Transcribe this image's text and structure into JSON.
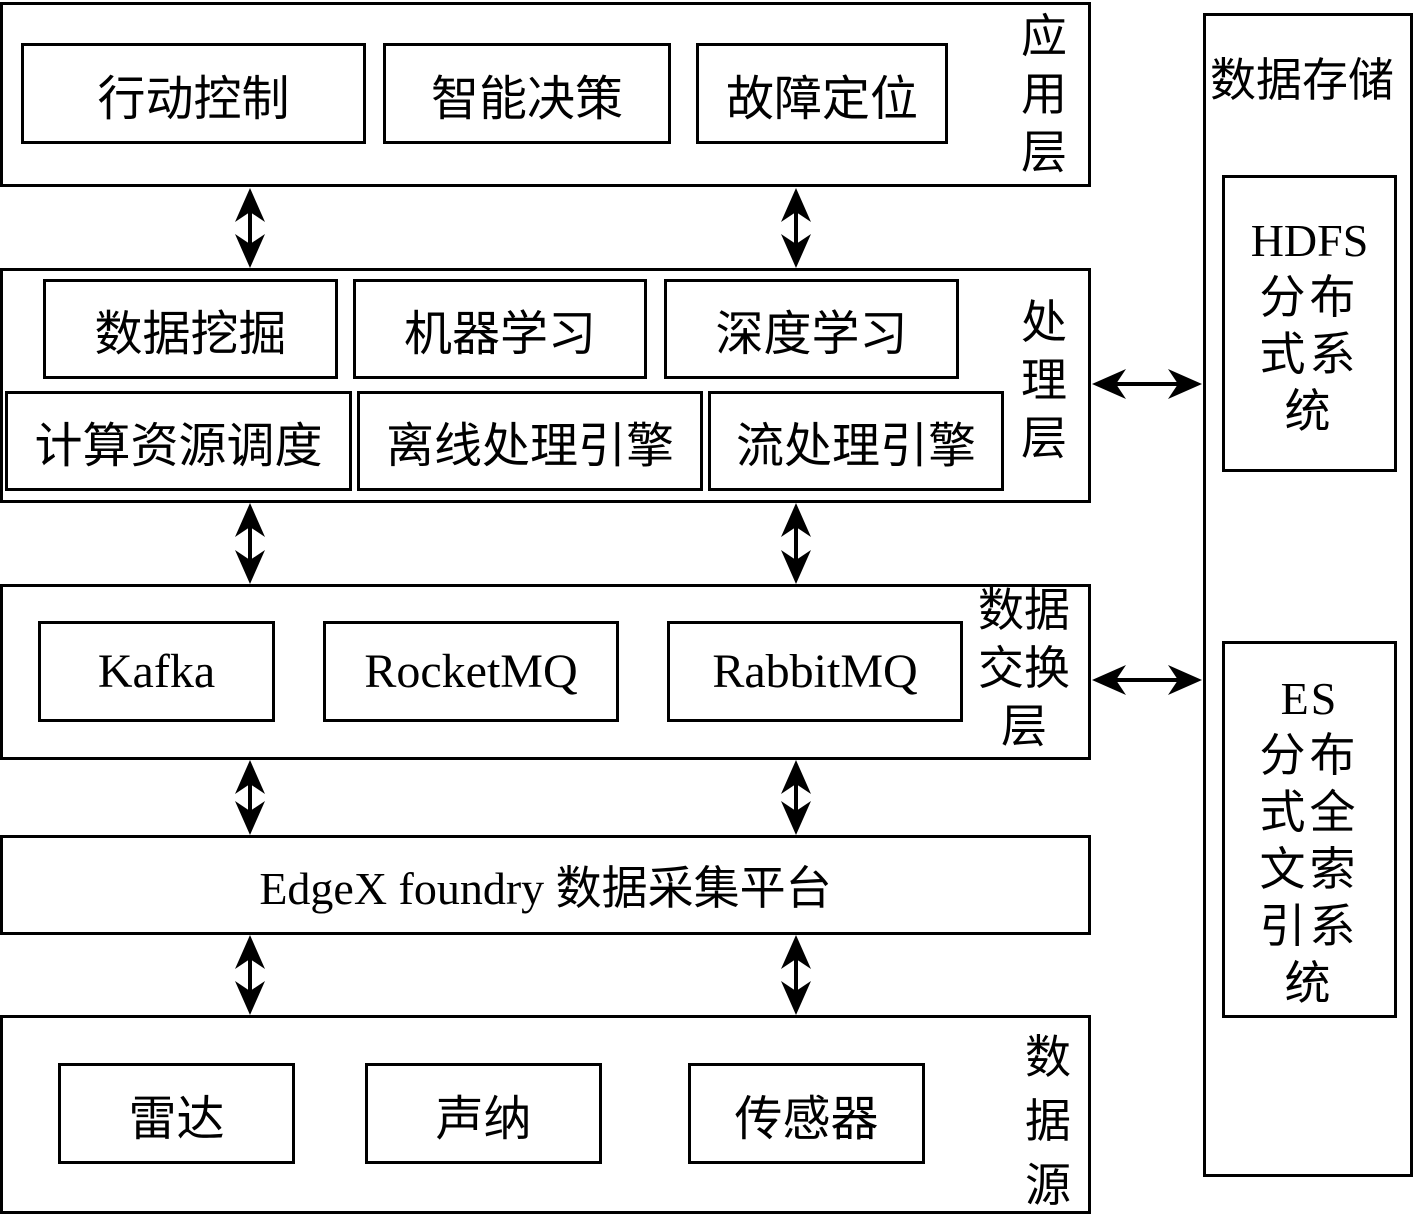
{
  "layers": {
    "application": {
      "label": [
        "应",
        "用",
        "层"
      ],
      "items": [
        "行动控制",
        "智能决策",
        "故障定位"
      ]
    },
    "processing": {
      "label": [
        "处",
        "理",
        "层"
      ],
      "row1": [
        "数据挖掘",
        "机器学习",
        "深度学习"
      ],
      "row2": [
        "计算资源调度",
        "离线处理引擎",
        "流处理引擎"
      ]
    },
    "exchange": {
      "label": [
        "数据",
        "交换",
        "层"
      ],
      "items": [
        "Kafka",
        "RocketMQ",
        "RabbitMQ"
      ]
    },
    "collection": {
      "title": "EdgeX foundry 数据采集平台"
    },
    "source": {
      "label": [
        "数",
        "据",
        "源"
      ],
      "items": [
        "雷达",
        "声纳",
        "传感器"
      ]
    }
  },
  "storage": {
    "title": "数据存储",
    "hdfs": [
      "HDFS",
      "分布",
      "式系",
      "统"
    ],
    "es": [
      "ES",
      "分布",
      "式全",
      "文索",
      "引系",
      "统"
    ]
  },
  "connections": [
    {
      "from": "application",
      "to": "processing",
      "type": "bidirectional"
    },
    {
      "from": "processing",
      "to": "exchange",
      "type": "bidirectional"
    },
    {
      "from": "exchange",
      "to": "collection",
      "type": "bidirectional"
    },
    {
      "from": "collection",
      "to": "source",
      "type": "bidirectional"
    },
    {
      "from": "processing",
      "to": "storage",
      "type": "bidirectional"
    },
    {
      "from": "exchange",
      "to": "storage",
      "type": "bidirectional"
    }
  ]
}
